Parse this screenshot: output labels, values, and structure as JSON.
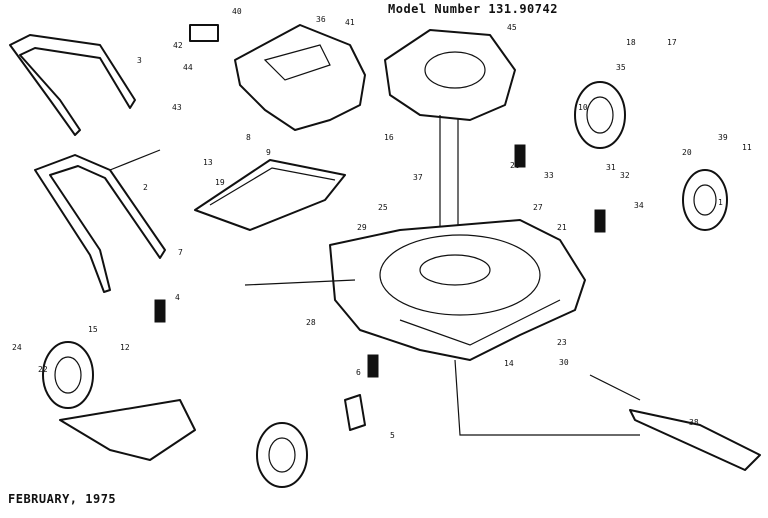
{
  "title": "Model Number 131.90742",
  "date": "FEBRUARY, 1975",
  "callouts": [
    "40",
    "36",
    "42",
    "43",
    "44",
    "3",
    "2",
    "45",
    "41",
    "35",
    "18",
    "17",
    "39",
    "10",
    "1",
    "8",
    "9",
    "13",
    "7",
    "37",
    "16",
    "20",
    "26",
    "33",
    "31",
    "32",
    "11",
    "34",
    "21",
    "25",
    "19",
    "29",
    "28",
    "27",
    "23",
    "30",
    "14",
    "15",
    "24",
    "22",
    "12",
    "6",
    "5",
    "4",
    "38"
  ]
}
